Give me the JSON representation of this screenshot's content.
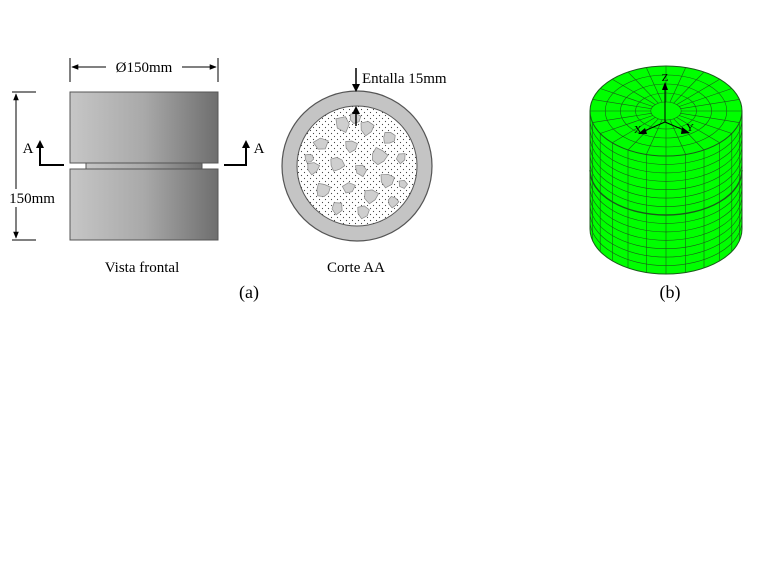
{
  "labels": {
    "diameter": "Ø150mm",
    "height": "150mm",
    "section_left": "A",
    "section_right": "A",
    "notch": "Entalla 15mm",
    "front_view": "Vista frontal",
    "cut_view": "Corte AA",
    "panel_a": "(a)",
    "panel_b": "(b)",
    "axis_z": "Z",
    "axis_x": "X",
    "axis_y": "Y"
  },
  "colors": {
    "mesh_fill": "#00ff00",
    "mesh_line": "#1a5a1a",
    "ring": "#c4c4c4",
    "aggregate": "#cfcfcf"
  }
}
